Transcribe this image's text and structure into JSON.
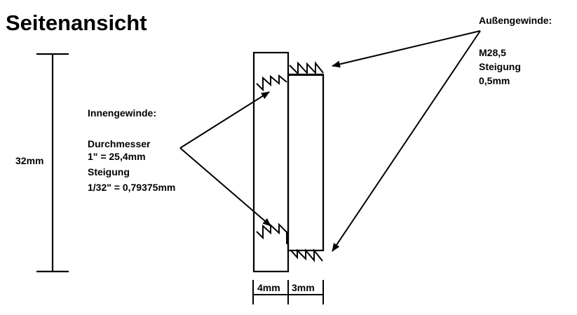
{
  "title": "Seitenansicht",
  "height_label": "32mm",
  "inner_thread": {
    "heading": "Innengewinde:",
    "line1": "Durchmesser",
    "line2": "1\" = 25,4mm",
    "line3": "Steigung",
    "line4": "1/32\" = 0,79375mm"
  },
  "outer_thread": {
    "heading": "Außengewinde:",
    "line1": "M28,5",
    "line2": "Steigung",
    "line3": "0,5mm"
  },
  "width_labels": {
    "left": "4mm",
    "right": "3mm"
  },
  "colors": {
    "ink": "#000000",
    "background": "#ffffff"
  }
}
